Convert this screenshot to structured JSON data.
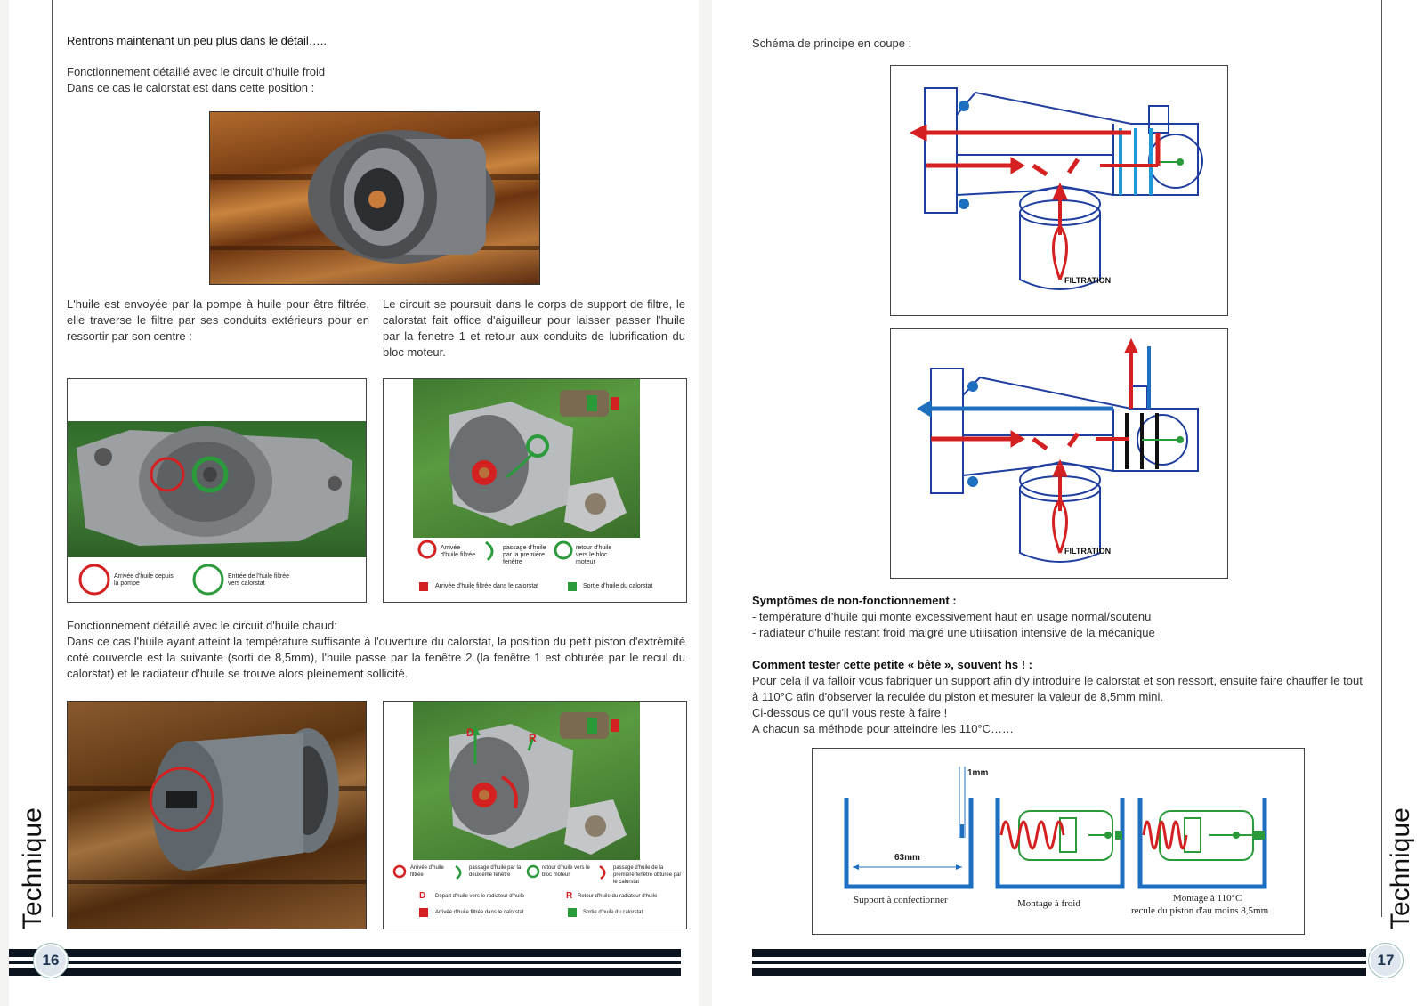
{
  "left": {
    "intro_heading": "Rentrons maintenant un peu plus dans le détail…..",
    "cold_title": "Fonctionnement détaillé avec le circuit d'huile froid",
    "cold_sub": "Dans ce cas le calorstat est dans cette position :",
    "col1_text": "L'huile est envoyée par la pompe à huile pour être filtrée, elle traverse le filtre par ses conduits extérieurs pour en ressortir par son centre :",
    "col2_text": "Le circuit se poursuit dans le corps de support de filtre, le calorstat fait office d'aiguilleur pour laisser passer l'huile par la fenetre 1 et retour aux conduits de lubrification du bloc moteur.",
    "fig1_legend": {
      "red": "Arrivée d'huile depuis la pompe",
      "green": "Entrée de l'huile filtrée vers calorstat"
    },
    "fig2_legend": {
      "red_circle": "Arrivée d'huile filtrée",
      "green_arc": "passage d'huile par la première fenêtre",
      "green_circle": "retour d'huile vers le bloc moteur",
      "red_square": "Arrivée d'huile filtrée dans le calorstat",
      "green_square": "Sortie d'huile du calorstat"
    },
    "hot_title": "Fonctionnement détaillé avec le circuit d'huile chaud:",
    "hot_text": "Dans ce cas l'huile ayant atteint la température suffisante à l'ouverture du calorstat, la position du petit piston d'extrémité coté couvercle est la suivante (sorti de 8,5mm), l'huile passe par la fenêtre 2 (la fenêtre 1 est obturée par le recul du calorstat) et le radiateur d'huile se trouve alors pleinement sollicité.",
    "fig4_marks": {
      "d": "D",
      "r": "R"
    },
    "fig4_legend": {
      "red_circle": "Arrivée d'huile filtrée",
      "green_arc": "passage d'huile par la deuxième fenêtre",
      "green_circle": "retour d'huile vers le bloc moteur",
      "red_arc": "passage d'huile de la première fenêtre obturée par le calorstat",
      "d_letter": "D",
      "d_text": "Départ d'huile vers le radiateur d'huile",
      "r_letter": "R",
      "r_text": "Retour d'huile du radiateur d'huile",
      "red_square": "Arrivée d'huile filtrée dans le calorstat",
      "green_square": "Sortie d'huile du calorstat"
    },
    "tab": "Technique",
    "page_number": "16"
  },
  "right": {
    "schema_title": "Schéma de principe en coupe :",
    "filtration_label_1": "FILTRATION",
    "filtration_label_2": "FILTRATION",
    "symptoms_title": "Symptômes de non-fonctionnement :",
    "symptom_1": "- température d'huile qui monte excessivement haut en usage normal/soutenu",
    "symptom_2": "- radiateur d'huile restant froid malgré une utilisation intensive de la mécanique",
    "test_title": "Comment tester cette petite « bête », souvent hs ! :",
    "test_line_1": "Pour cela il va falloir vous fabriquer un support afin d'y introduire le calorstat et son ressort, ensuite faire chauffer le tout à 110°C afin d'observer la reculée du piston et mesurer la valeur de 8,5mm mini.",
    "test_line_2": "Ci-dessous ce qu'il vous reste à faire !",
    "test_line_3": "A chacun sa méthode pour atteindre les 110°C……",
    "diagram": {
      "dim_1mm": "1mm",
      "dim_63mm": "63mm",
      "cap_support": "Support à confectionner",
      "cap_froid": "Montage à froid",
      "cap_chaud_1": "Montage à 110°C",
      "cap_chaud_2": "recule du piston d'au moins 8,5mm"
    },
    "tab": "Technique",
    "page_number": "17"
  },
  "colors": {
    "red": "#d42020",
    "green": "#2a9a3a",
    "blue": "#1f6fc0",
    "dark": "#0c1420"
  }
}
